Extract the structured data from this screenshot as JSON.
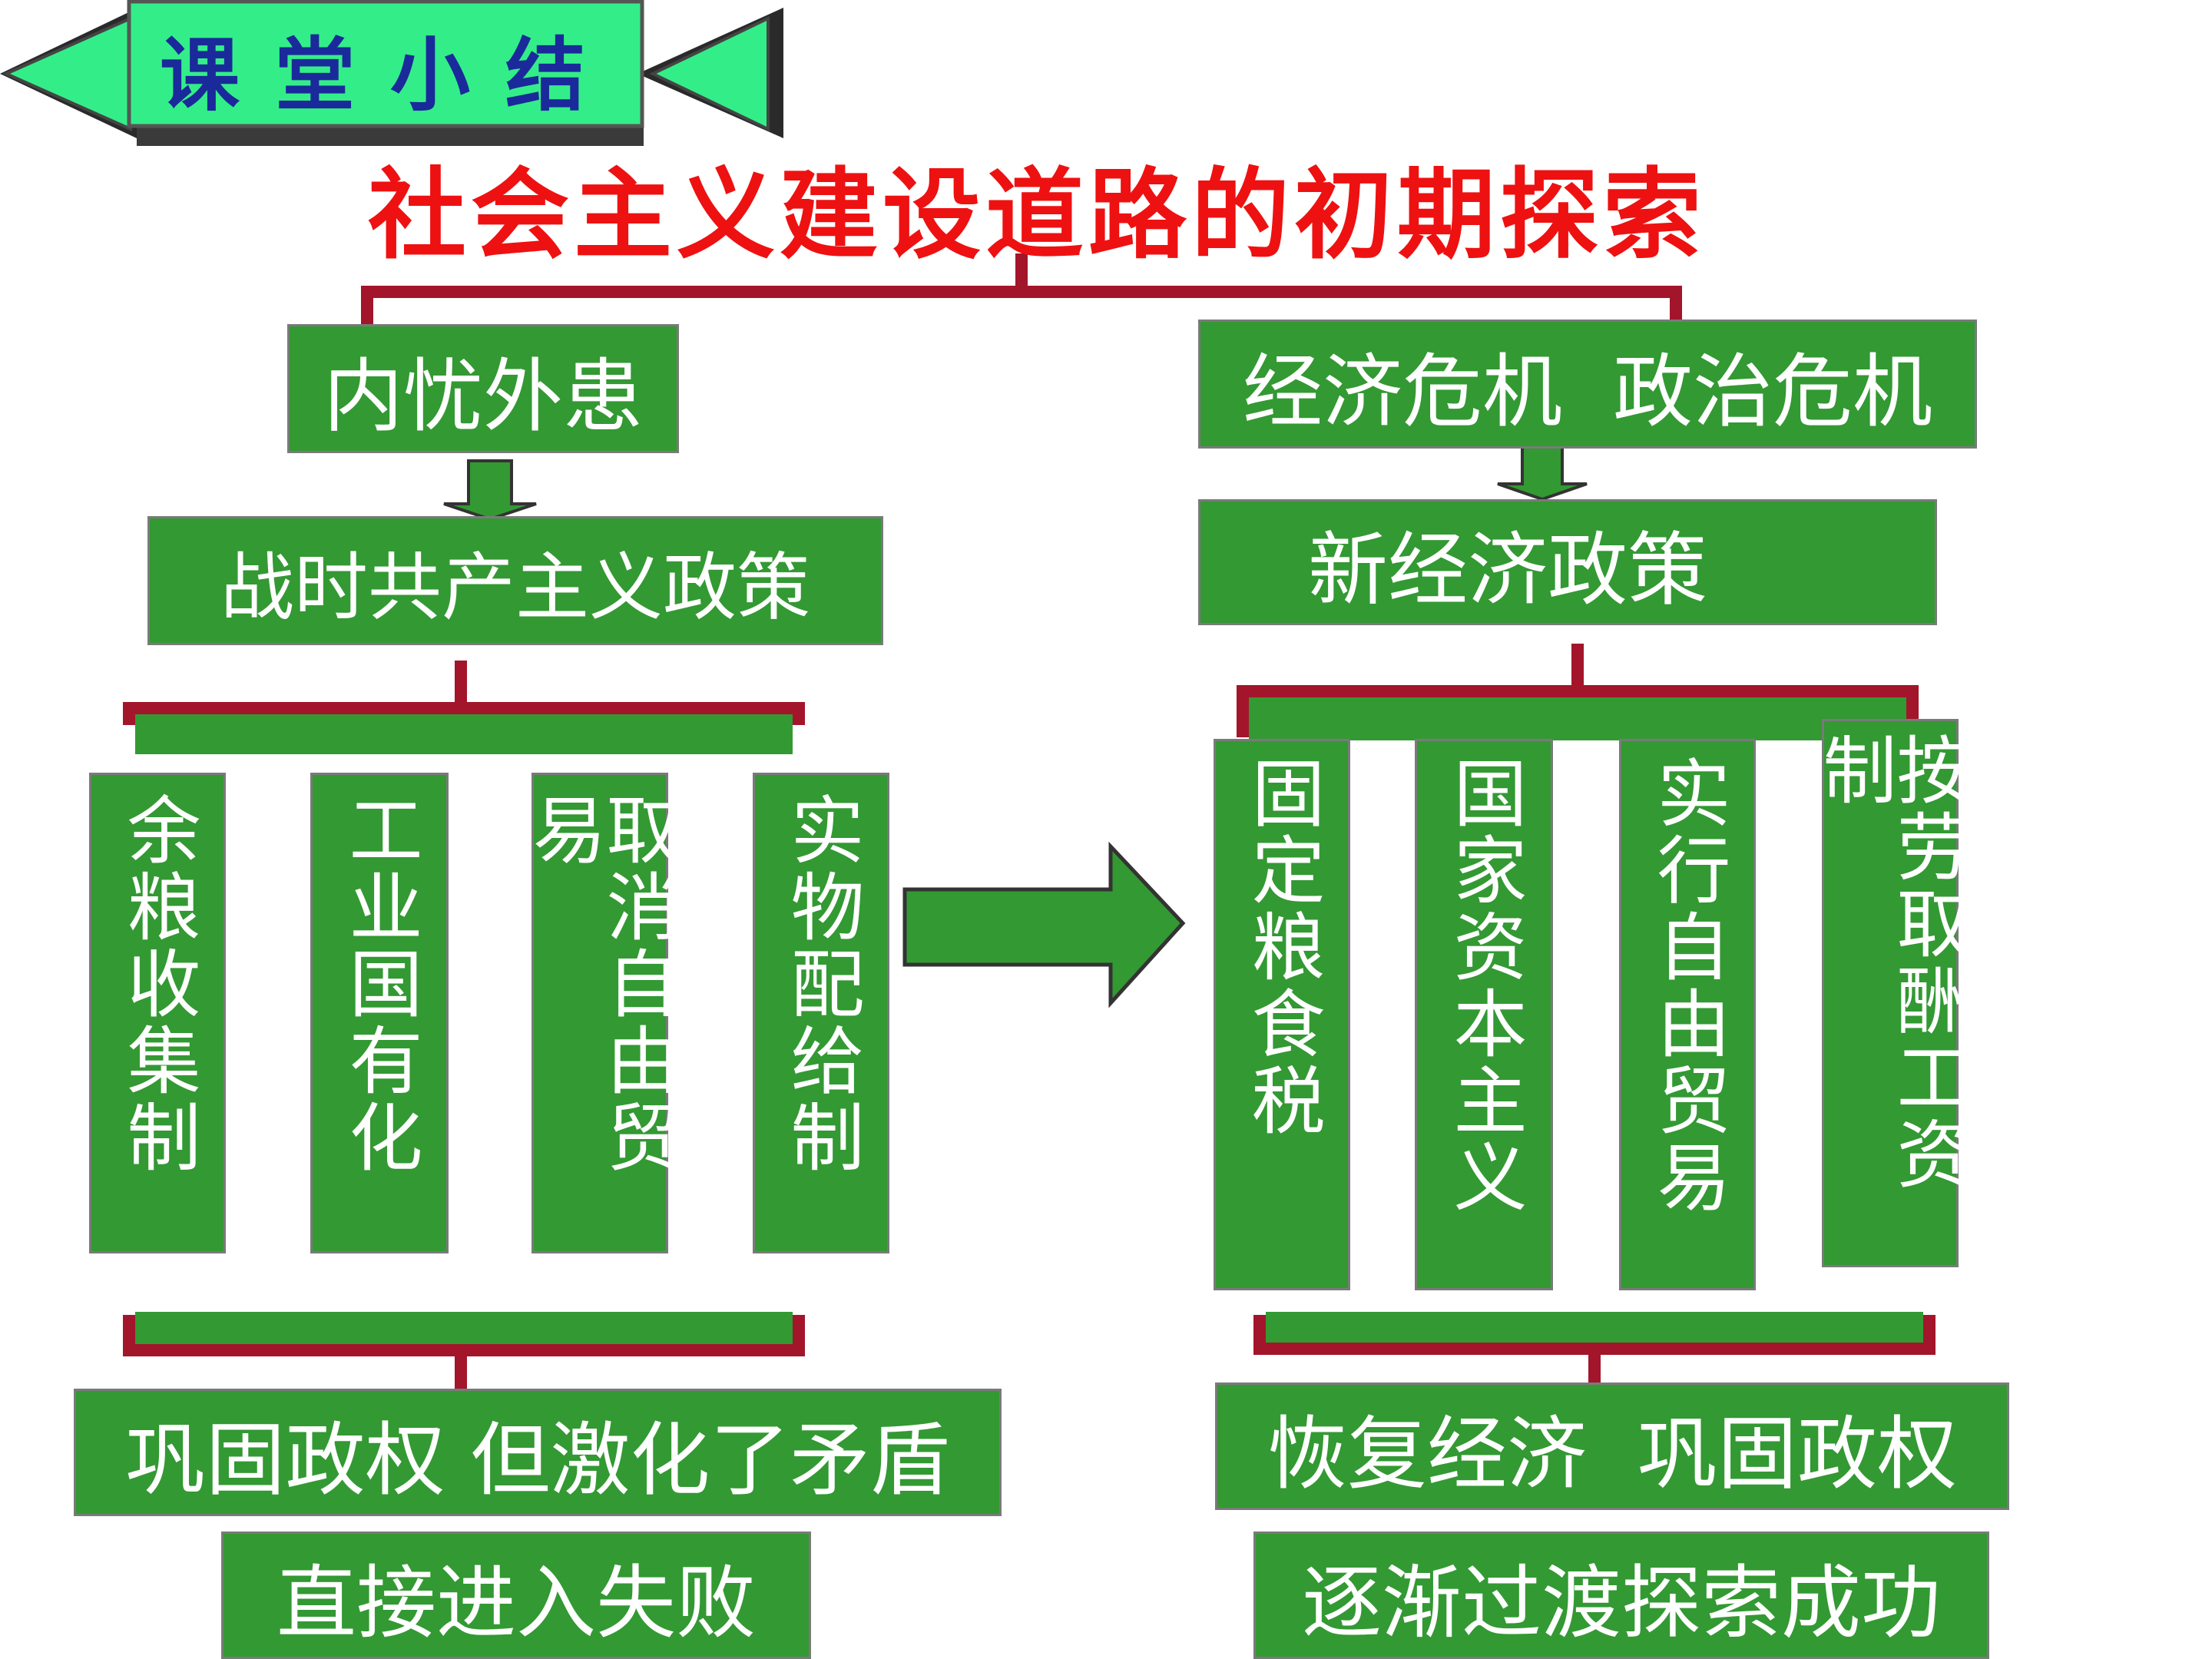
{
  "banner": {
    "label": "课堂小结"
  },
  "title": "社会主义建设道路的初期探索",
  "left": {
    "cause": "内忧外患",
    "policy": "战时共产主义政策",
    "measures": [
      "余粮收集制",
      "工业国有化",
      "取消自由贸易",
      "实物配给制"
    ],
    "effect": "巩固政权 但激化了矛盾",
    "result": "直接进入失败"
  },
  "right": {
    "cause": "经济危机  政治危机",
    "policy": "新经济政策",
    "measures": [
      "固定粮食税",
      "国家资本主义",
      "实行自由贸易",
      "按劳取酬工资制"
    ],
    "effect": "恢复经济  巩固政权",
    "result": "逐渐过渡探索成功"
  },
  "colors": {
    "box_fill": "#339933",
    "box_border": "#7a7a7a",
    "bracket": "#a3152a",
    "title": "#ee1111",
    "banner_text": "#1a2a9a",
    "banner_fill": "#33ee88"
  }
}
